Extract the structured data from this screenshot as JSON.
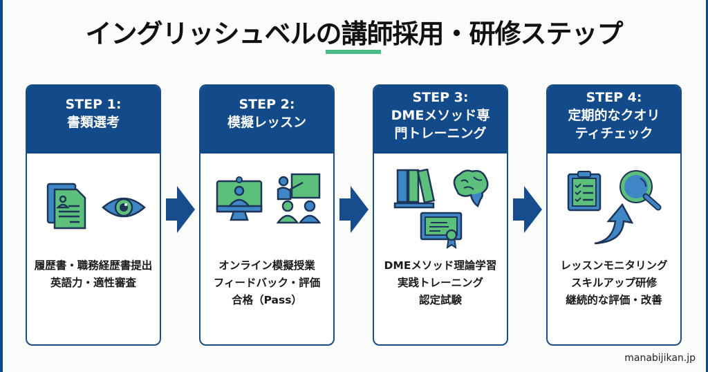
{
  "title": "イングリッシュベルの講師採用・研修ステップ",
  "colors": {
    "header_blue": "#134b8a",
    "accent_green": "#4aba87",
    "icon_green": "#5cbf7c",
    "icon_blue": "#3f86c7"
  },
  "steps": [
    {
      "label": "STEP 1:",
      "title_lines": [
        "書類選考"
      ],
      "icons": [
        "resume-document-icon",
        "eye-icon"
      ],
      "desc": [
        "履歴書・職務経歴書提出",
        "英語力・適性審査"
      ]
    },
    {
      "label": "STEP 2:",
      "title_lines": [
        "模擬レッスン"
      ],
      "icons": [
        "online-monitor-icon",
        "teacher-students-icon"
      ],
      "desc": [
        "オンライン模擬授業",
        "フィードバック・評価",
        "合格（Pass）"
      ]
    },
    {
      "label": "STEP 3:",
      "title_lines": [
        "DMEメソッド専",
        "門トレーニング"
      ],
      "icons": [
        "books-icon",
        "brain-icon",
        "certificate-icon"
      ],
      "desc": [
        "DMEメソッド理論学習",
        "実践トレーニング",
        "認定試験"
      ]
    },
    {
      "label": "STEP 4:",
      "title_lines": [
        "定期的なクオリ",
        "ティチェック"
      ],
      "icons": [
        "clipboard-checklist-icon",
        "magnifier-icon",
        "up-arrow-icon"
      ],
      "desc": [
        "レッスンモニタリング",
        "スキルアップ研修",
        "継続的な評価・改善"
      ]
    }
  ],
  "footer": "manabijikan.jp"
}
